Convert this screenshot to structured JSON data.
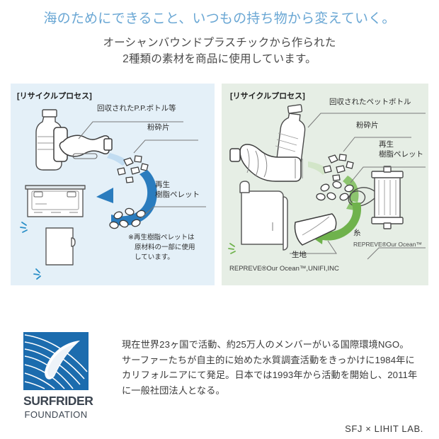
{
  "header": {
    "headline": "海のためにできること、いつもの持ち物から変えていく。",
    "sub_line1": "オーシャンバウンドプラスチックから作られた",
    "sub_line2": "2種類の素材を商品に使用しています。"
  },
  "colors": {
    "headline_blue": "#6aa7d4",
    "panel_left_bg": "#e4f0f8",
    "panel_right_bg": "#e6eee5",
    "arrow_blue": "#2a7cbe",
    "arrow_green": "#6fb24c",
    "logo_blue": "#1c6cae"
  },
  "panel_left": {
    "title": "[リサイクルプロセス]",
    "label_bottles": "回収されたP.P.ボトル等",
    "label_flakes": "粉砕片",
    "label_pellets_line1": "再生",
    "label_pellets_line2": "樹脂ペレット",
    "note_line1": "※再生樹脂ペレットは",
    "note_line2": "原材料の一部に使用",
    "note_line3": "しています。"
  },
  "panel_right": {
    "title": "[リサイクルプロセス]",
    "label_bottles": "回収されたペットボトル",
    "label_flakes": "粉砕片",
    "label_pellets_line1": "再生",
    "label_pellets_line2": "樹脂ペレット",
    "label_yarn": "糸",
    "label_yarn_brand": "REPREVE®Our Ocean™",
    "label_fabric": "生地",
    "credit": "REPREVE®Our Ocean™,UNIFI,INC"
  },
  "bottom": {
    "logo_name": "SURFRIDER",
    "logo_name2": "FOUNDATION",
    "body_line1": "現在世界23ヶ国で活動、約25万人のメンバーがいる国際環境NGO。",
    "body_line2": "サーファーたちが自主的に始めた水質調査活動をきっかけに1984年に",
    "body_line3": "カリフォルニアにて発足。日本では1993年から活動を開始し、2011年",
    "body_line4": "に一般社団法人となる。",
    "footer": "SFJ × LIHIT LAB."
  }
}
